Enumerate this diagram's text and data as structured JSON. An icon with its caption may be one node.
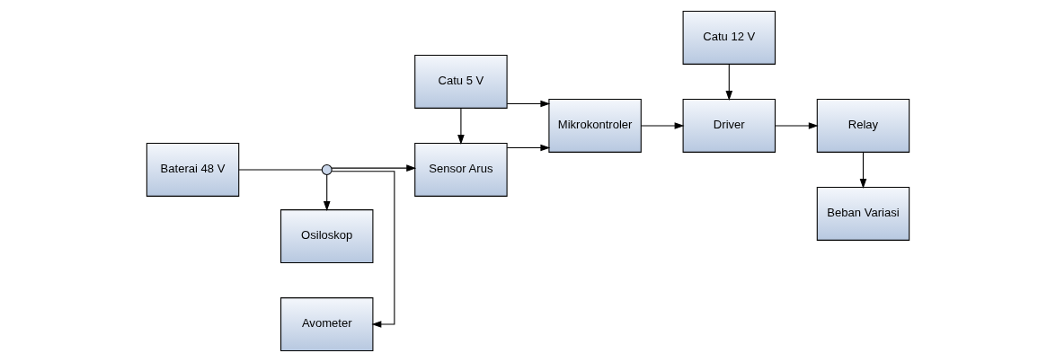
{
  "diagram": {
    "nodes": [
      {
        "text": [
          "Avometer"
        ]
      },
      {
        "text": [
          "Catu 5 V"
        ]
      },
      {
        "text": [
          "Baterai 48 V"
        ]
      },
      {
        "text": [],
        "shape": "circle"
      },
      {
        "text": [
          "Sensor Arus"
        ]
      },
      {
        "text": [
          "Mikrokontroler"
        ]
      },
      {
        "text": [
          "Driver"
        ]
      },
      {
        "text": [
          "Relay"
        ]
      },
      {
        "text": [
          "Osiloskop"
        ]
      },
      {
        "text": [
          "Catu 12 V"
        ]
      },
      {
        "text": [
          "Beban Variasi"
        ]
      }
    ],
    "edges": [
      {
        "from": 2,
        "to": 3,
        "arrow": "none"
      },
      {
        "from": 3,
        "to": 0,
        "arrow": "to"
      },
      {
        "from": 3,
        "to": 8,
        "arrow": "to"
      },
      {
        "from": 3,
        "to": 4,
        "arrow": "to"
      },
      {
        "from": 1,
        "to": 4,
        "arrow": "to"
      },
      {
        "from": 1,
        "to": 5,
        "arrow": "to"
      },
      {
        "from": 4,
        "to": 5,
        "arrow": "to"
      },
      {
        "from": 5,
        "to": 6,
        "arrow": "to"
      },
      {
        "from": 6,
        "to": 7,
        "arrow": "to"
      },
      {
        "from": 9,
        "to": 6,
        "arrow": "to"
      },
      {
        "from": 7,
        "to": 10,
        "arrow": "to"
      }
    ]
  }
}
